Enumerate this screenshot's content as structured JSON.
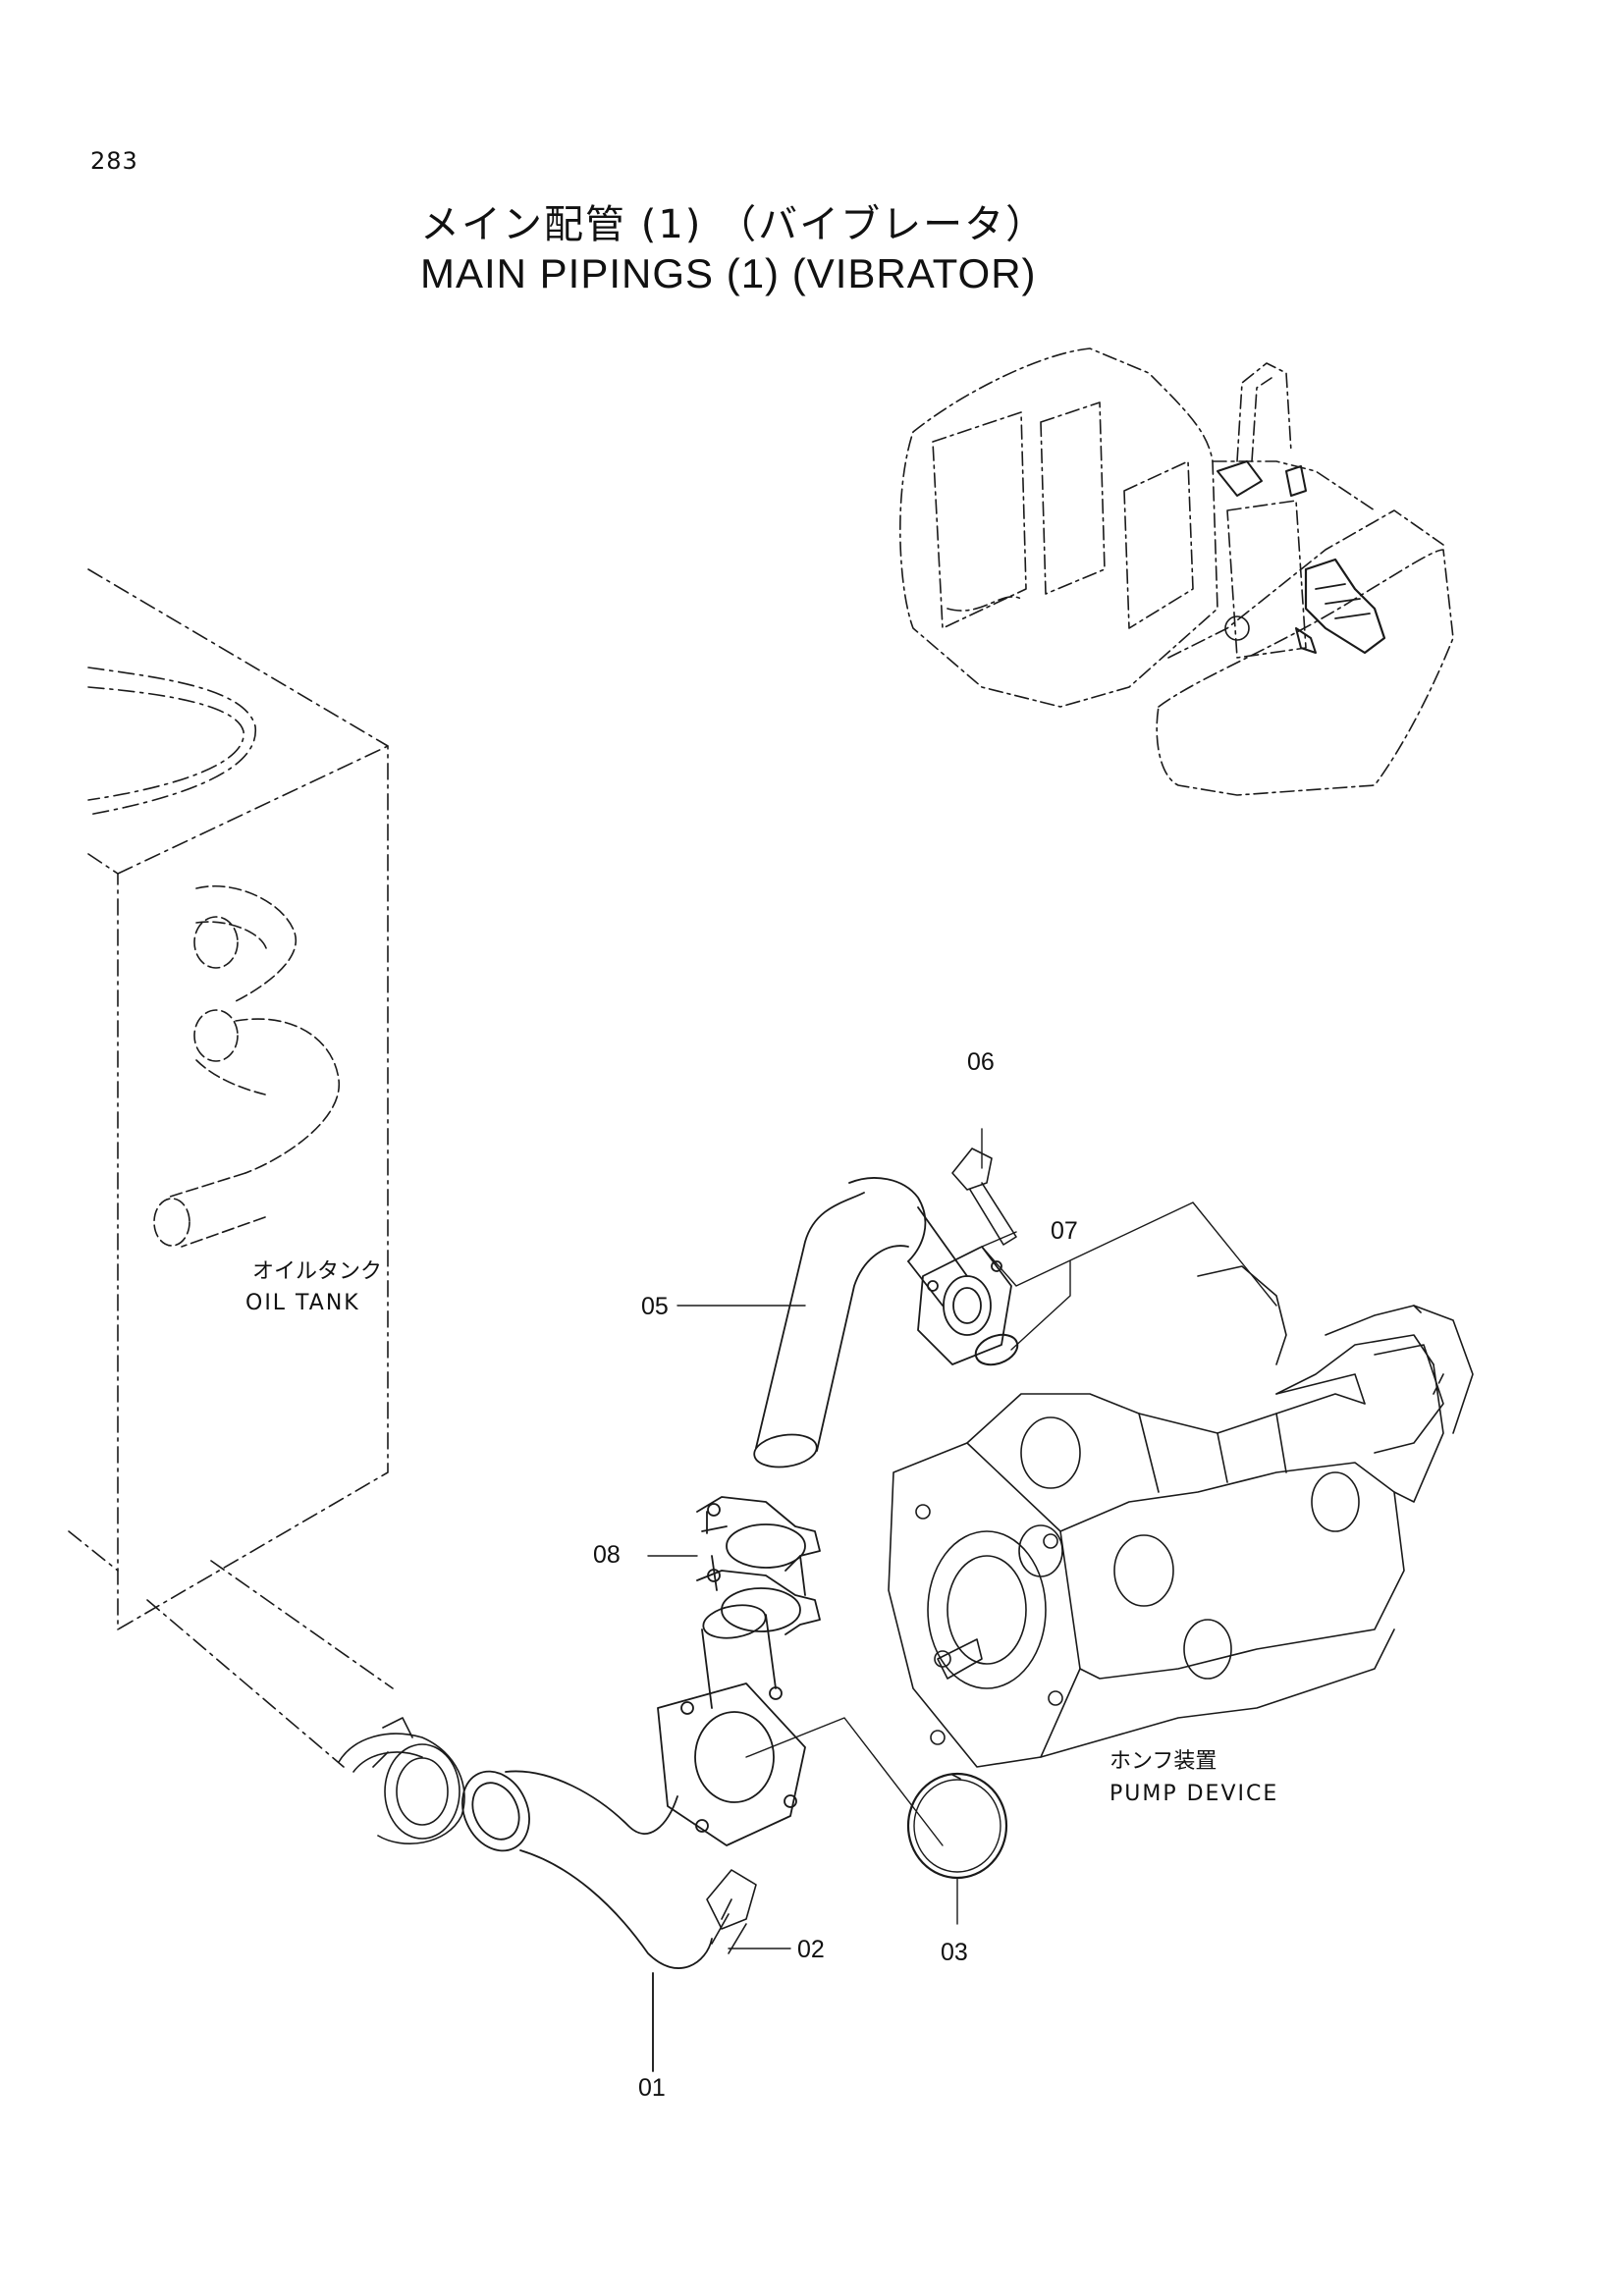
{
  "page_number": "283",
  "title": {
    "japanese": "メイン配管 (1) （バイブレータ）",
    "english": "MAIN PIPINGS (1) (VIBRATOR)"
  },
  "labels": {
    "oil_tank_jp": "オイルタンク",
    "oil_tank_en": "OIL TANK",
    "pump_device_jp": "ホンフ装置",
    "pump_device_en": "PUMP DEVICE"
  },
  "part_callouts": [
    "01",
    "02",
    "03",
    "05",
    "06",
    "07",
    "08"
  ]
}
